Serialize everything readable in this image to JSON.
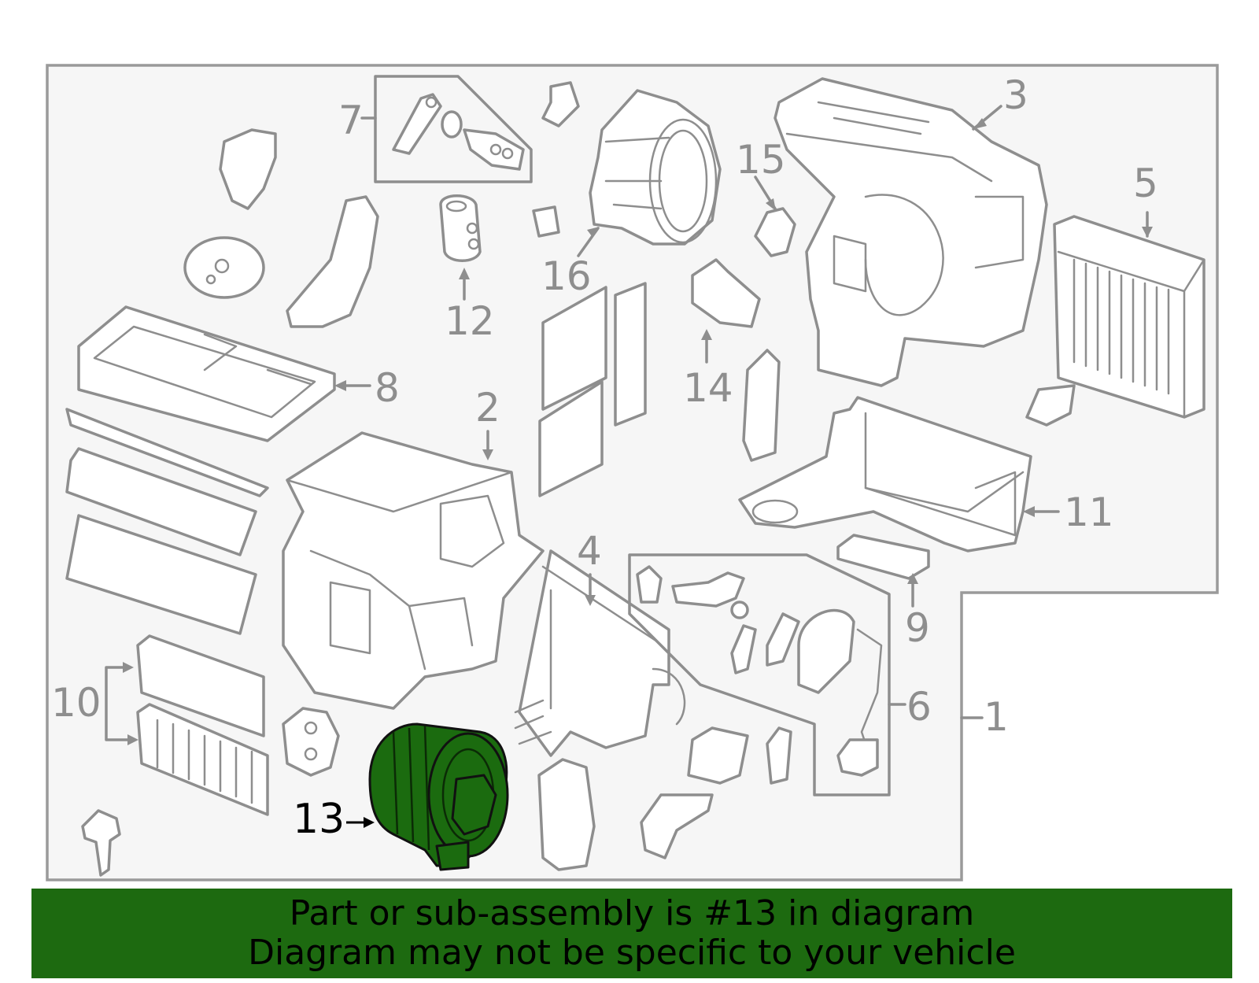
{
  "diagram": {
    "highlight_color": "#1b6b0f",
    "line_color": "#8e8e8e",
    "labels": {
      "l1": "1",
      "l2": "2",
      "l3": "3",
      "l4": "4",
      "l5": "5",
      "l6": "6",
      "l7": "7",
      "l8": "8",
      "l9": "9",
      "l10": "10",
      "l11": "11",
      "l12": "12",
      "l13": "13",
      "l14": "14",
      "l15": "15",
      "l16": "16"
    },
    "highlighted_part": "13"
  },
  "banner": {
    "line1": "Part or sub-assembly is #13 in diagram",
    "line2": "Diagram may not be specific to your vehicle",
    "background": "#1d6a10"
  }
}
